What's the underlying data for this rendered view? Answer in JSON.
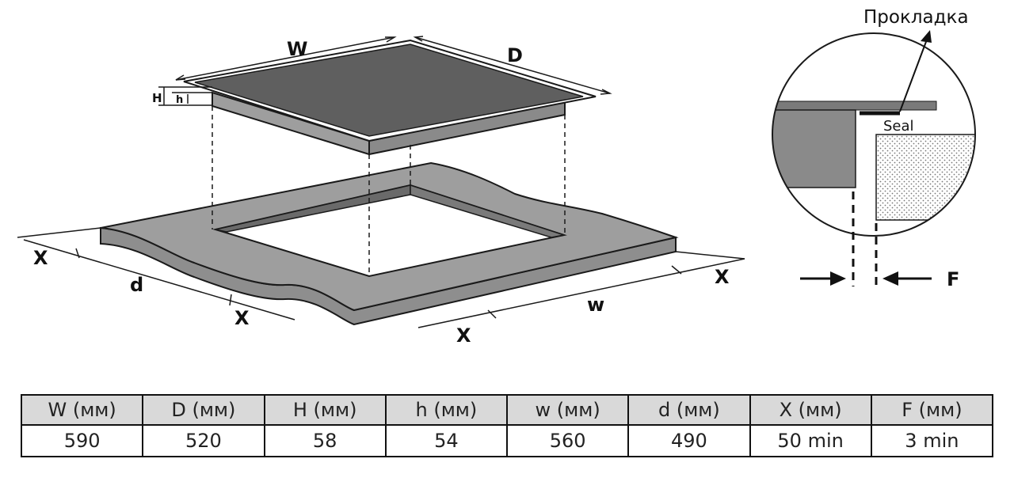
{
  "diagram": {
    "labels": {
      "W": "W",
      "D": "D",
      "H": "H",
      "h": "h",
      "d": "d",
      "w": "w",
      "X": "X",
      "F": "F",
      "gasket": "Прокладка",
      "seal": "Seal"
    },
    "colors": {
      "glass": "#5f5f5f",
      "frame": "#9e9e9e",
      "countertop": "#9e9e9e",
      "cutout_edge": "#6a6a6a",
      "cabinet_fill": "#f2f2f2"
    }
  },
  "table": {
    "headers": [
      "W (мм)",
      "D (мм)",
      "H (мм)",
      "h (мм)",
      "w (мм)",
      "d (мм)",
      "X (мм)",
      "F (мм)"
    ],
    "values": [
      "590",
      "520",
      "58",
      "54",
      "560",
      "490",
      "50 min",
      "3 min"
    ]
  }
}
